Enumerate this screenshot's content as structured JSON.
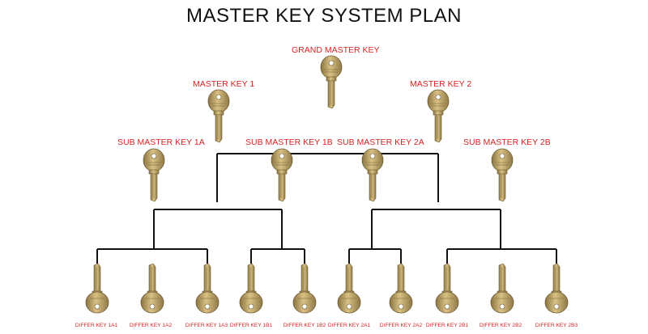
{
  "title": "MASTER KEY SYSTEM PLAN",
  "colors": {
    "label": "#d32525",
    "line": "#111111",
    "brass": "#c8ad6c"
  },
  "top_label": "GRAND MASTER KEY",
  "master_labels": [
    "MASTER KEY 1",
    "MASTER KEY 2"
  ],
  "sub_labels": [
    "SUB MASTER KEY 1A",
    "SUB MASTER KEY 1B",
    "SUB MASTER KEY 2A",
    "SUB MASTER KEY 2B"
  ],
  "differ_labels": [
    "DIFFER KEY 1A1",
    "DIFFER KEY 1A2",
    "DIFFER KEY 1A3",
    "DIFFER KEY 1B1",
    "DIFFER KEY 1B2",
    "DIFFER KEY 2A1",
    "DIFFER KEY 2A2",
    "DIFFER KEY 2B1",
    "DIFFER KEY 2B2",
    "DIFFER KEY 2B3"
  ]
}
